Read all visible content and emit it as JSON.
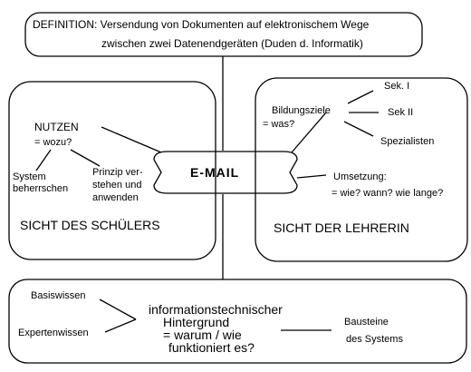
{
  "definition": {
    "line1": "DEFINITION: Versendung von Dokumenten auf elektronischem Wege",
    "line2": "zwischen zwei Datenendgeräten (Duden d. Informatik)"
  },
  "center": {
    "label": "E-MAIL"
  },
  "student": {
    "nutzen": "NUTZEN",
    "wozu": "= wozu?",
    "system_line1": "System",
    "system_line2": "beherrschen",
    "prinzip_line1": "Prinzip ver-",
    "prinzip_line2": "stehen und",
    "prinzip_line3": "anwenden",
    "title": "SICHT DES SCHÜLERS"
  },
  "teacher": {
    "bildungsziele": "Bildungsziele",
    "was": "= was?",
    "sek1": "Sek. I",
    "sek2": "Sek II",
    "spezialisten": "Spezialisten",
    "umsetzung_line1": "Umsetzung:",
    "umsetzung_line2": "= wie? wann? wie lange?",
    "title": "SICHT DER LEHRERIN"
  },
  "bottom": {
    "basiswissen": "Basiswissen",
    "expertenwissen": "Expertenwissen",
    "info_line1": "informationstechnischer",
    "info_line2": "Hintergrund",
    "info_line3": "= warum / wie",
    "info_line4": "funktioniert es?",
    "bausteine_line1": "Bausteine",
    "bausteine_line2": "des Systems"
  }
}
